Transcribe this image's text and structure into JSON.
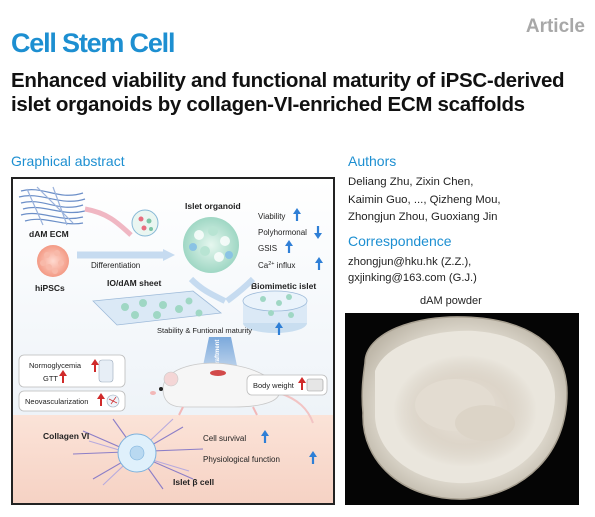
{
  "header": {
    "journal": "Cell Stem Cell",
    "article_type": "Article",
    "title": "Enhanced viability and functional maturity of iPSC-derived islet organoids by collagen-VI-enriched ECM scaffolds"
  },
  "graphical_abstract": {
    "heading": "Graphical abstract",
    "labels": {
      "dam_ecm": "dAM ECM",
      "hipscs": "hiPSCs",
      "differentiation": "Differentiation",
      "islet_organoid": "Islet organoid",
      "io_dam_sheet": "IO/dAM sheet",
      "biomimetic_islet": "Biomimetic islet",
      "stability": "Stability & Funtional maturity",
      "engraftment": "Engraftment",
      "viability": "Viability",
      "polyhormonal": "Polyhormonal",
      "gsis": "GSIS",
      "ca_influx": "Ca",
      "ca_sup": "2+",
      "ca_rest": " influx",
      "normoglycemia": "Normoglycemia",
      "gtt": "GTT",
      "neovascularization": "Neovascularization",
      "body_weight": "Body weight",
      "collagen_vi": "Collagen VI",
      "islet_beta": "Islet β cell",
      "cell_survival": "Cell survival",
      "physiological_function": "Physiological function"
    }
  },
  "authors": {
    "heading": "Authors",
    "lines": [
      "Deliang Zhu, Zixin Chen,",
      "Kaimin Guo, ..., Qizheng Mou,",
      "Zhongjun Zhou, Guoxiang Jin"
    ]
  },
  "correspondence": {
    "heading": "Correspondence",
    "lines": [
      "zhongjun@hku.hk (Z.Z.),",
      "gxjinking@163.com (G.J.)"
    ]
  },
  "figure": {
    "label": "dAM powder"
  },
  "colors": {
    "brand_blue": "#1d8fd1",
    "article_gray": "#a8a8a8",
    "arrow_blue": "#2f7fd6",
    "arrow_red": "#d02a2a"
  }
}
